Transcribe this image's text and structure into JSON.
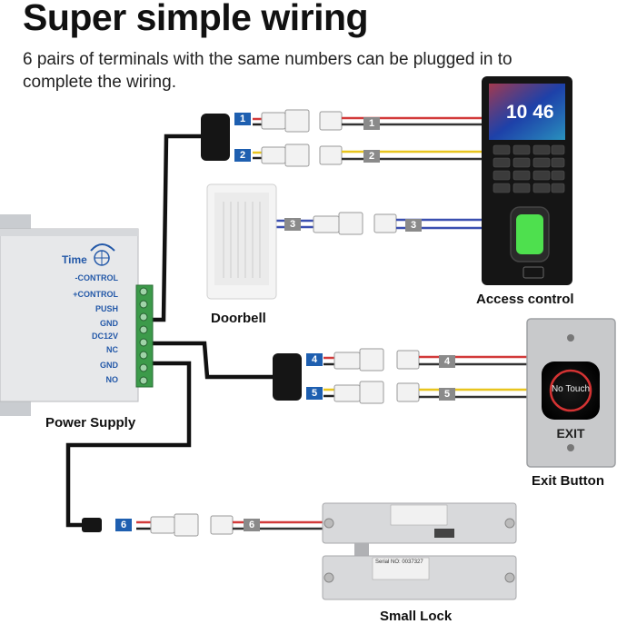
{
  "title": "Super simple wiring",
  "subtitle": "6 pairs of terminals with the same numbers can be plugged in to complete the wiring.",
  "devices": {
    "access_control": "Access control",
    "doorbell": "Doorbell",
    "power_supply": "Power Supply",
    "exit_button": "Exit Button",
    "small_lock": "Small Lock"
  },
  "power_supply": {
    "time_label": "Time",
    "terminals": [
      "-CONTROL",
      "+CONTROL",
      "PUSH",
      "GND",
      "DC12V",
      "NC",
      "GND",
      "NO"
    ]
  },
  "access_screen": {
    "time": "10 46"
  },
  "exit_button": {
    "center_text": "No Touch",
    "exit_text": "EXIT"
  },
  "lock": {
    "serial_text": "Serial NO: 0037327"
  },
  "connector_numbers": [
    "1",
    "2",
    "3",
    "4",
    "5",
    "6"
  ],
  "colors": {
    "tag_blue": "#1e5fb0",
    "tag_grey": "#8a8a8a",
    "wire_red": "#d23a3a",
    "wire_yellow": "#e8c51e",
    "wire_blue": "#3a4fb0",
    "wire_black": "#111111"
  }
}
